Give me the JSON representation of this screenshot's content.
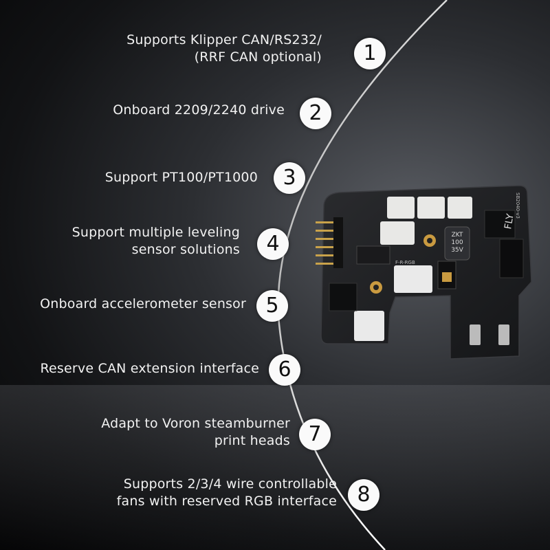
{
  "features": [
    {
      "number": "1",
      "text": "Supports Klipper CAN/RS232/\n(RRF CAN optional)"
    },
    {
      "number": "2",
      "text": "Onboard 2209/2240 drive"
    },
    {
      "number": "3",
      "text": "Support PT100/PT1000"
    },
    {
      "number": "4",
      "text": "Support multiple leveling\nsensor solutions"
    },
    {
      "number": "5",
      "text": "Onboard accelerometer sensor"
    },
    {
      "number": "6",
      "text": "Reserve CAN extension interface"
    },
    {
      "number": "7",
      "text": "Adapt to Voron steamburner\nprint heads"
    },
    {
      "number": "8",
      "text": "Supports 2/3/4 wire controllable\nfans with reserved RGB interface"
    }
  ],
  "board": {
    "capacitor_text": [
      "ZKT",
      "100",
      "35V"
    ],
    "brand_text": "FLY",
    "silkscreen_model": "SB2040-v3",
    "silkscreen_label": "F-R-RGB"
  },
  "colors": {
    "badge_bg": "#fafafa",
    "text": "#f2f2f2",
    "pcb": "#1c1d1f"
  }
}
